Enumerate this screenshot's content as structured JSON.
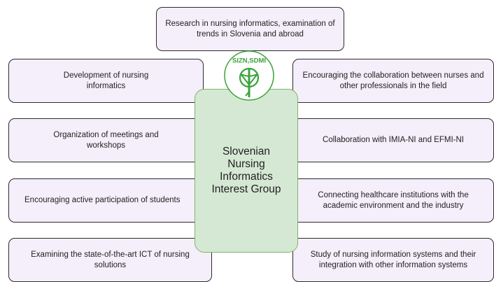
{
  "top_box": "Research in nursing informatics, examination of trends in Slovenia and abroad",
  "left_boxes": [
    "Development of nursing informatics",
    "Organization of meetings and workshops",
    "Encouraging active participation of students",
    "Examining the state-of-the-art ICT of nursing solutions"
  ],
  "right_boxes": [
    "Encouraging the collaboration between nurses and other professionals in the field",
    "Collaboration with IMIA-NI and EFMI-NI",
    "Connecting healthcare institutions with the academic environment and the industry",
    "Study of nursing information systems and their integration with other information systems"
  ],
  "center": "Slovenian Nursing Informatics Interest Group",
  "logo": {
    "text": "SIZN,SDMI",
    "color": "#3aa33a",
    "icon": "nursing-emblem"
  },
  "colors": {
    "box_fill": "#f5eefb",
    "box_border": "#2b2b2b",
    "center_fill": "#d5e8d4",
    "center_border": "#82b366"
  }
}
